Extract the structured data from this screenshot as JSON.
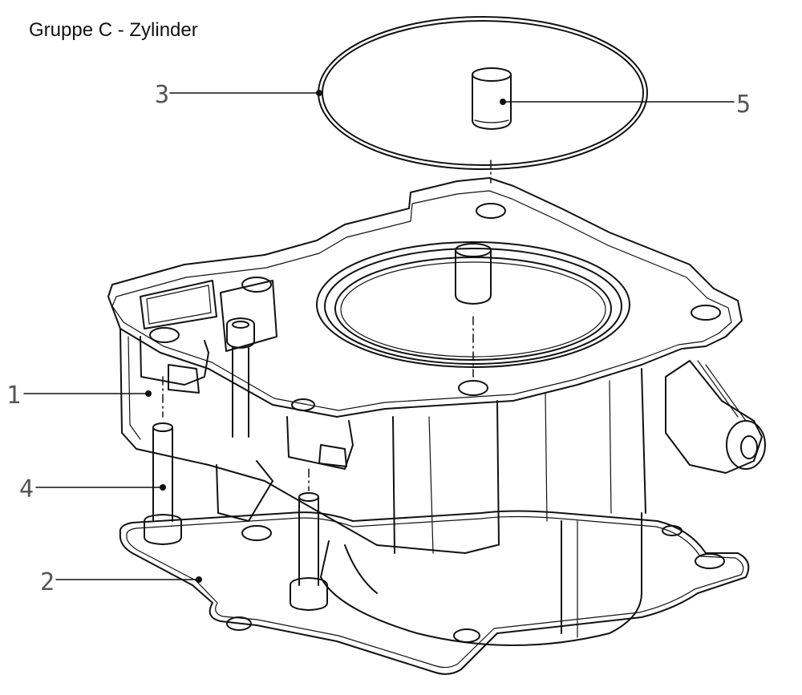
{
  "title": "Gruppe C - Zylinder",
  "callouts": [
    {
      "id": "1",
      "label": "1"
    },
    {
      "id": "2",
      "label": "2"
    },
    {
      "id": "3",
      "label": "3"
    },
    {
      "id": "4",
      "label": "4"
    },
    {
      "id": "5",
      "label": "5"
    }
  ],
  "colors": {
    "line": "#111111",
    "background": "#ffffff",
    "callout_text": "#555555"
  }
}
